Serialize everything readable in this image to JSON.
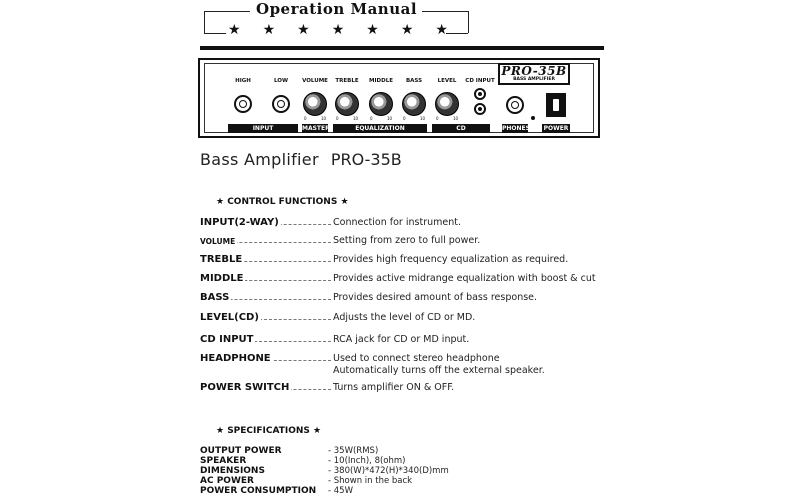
{
  "header": {
    "title": "Operation Manual",
    "stars": [
      "★",
      "★",
      "★",
      "★",
      "★",
      "★",
      "★"
    ]
  },
  "panel": {
    "logo_main": "PRO-35B",
    "logo_sub": "BASS AMPLIFIER",
    "top_labels": [
      "HIGH",
      "LOW",
      "VOLUME",
      "TREBLE",
      "MIDDLE",
      "BASS",
      "LEVEL",
      "CD INPUT"
    ],
    "knob_ticks": {
      "min": "0",
      "max": "10"
    },
    "bottom_labels": {
      "input": "INPUT",
      "master": "MASTER",
      "equalization": "EQUALIZATION",
      "cd": "CD",
      "phones": "PHONES",
      "power": "POWER"
    }
  },
  "product": {
    "name": "Bass Amplifier",
    "model": "PRO-35B"
  },
  "control_functions": {
    "heading": "★ CONTROL FUNCTIONS ★",
    "items": [
      {
        "name": "INPUT(2-WAY)",
        "desc": "Connection for instrument."
      },
      {
        "name": "VOLUME",
        "desc": "Setting from zero to full power."
      },
      {
        "name": "TREBLE",
        "desc": "Provides high frequency equalization as required."
      },
      {
        "name": "MIDDLE",
        "desc": "Provides active midrange equalization with boost & cut"
      },
      {
        "name": "BASS",
        "desc": "Provides desired amount of bass response."
      },
      {
        "name": "LEVEL(CD)",
        "desc": "Adjusts the level of CD or MD."
      },
      {
        "name": "CD INPUT",
        "desc": "RCA jack for CD or MD input."
      },
      {
        "name": "HEADPHONE",
        "desc": "Used to connect stereo headphone",
        "desc2": "Automatically turns off the external speaker."
      },
      {
        "name": "POWER SWITCH",
        "desc": "Turns amplifier ON & OFF."
      }
    ]
  },
  "specifications": {
    "heading": "★ SPECIFICATIONS ★",
    "items": [
      {
        "name": "OUTPUT POWER",
        "value": "- 35W(RMS)"
      },
      {
        "name": "SPEAKER",
        "value": "- 10(Inch), 8(ohm)"
      },
      {
        "name": "DIMENSIONS",
        "value": "- 380(W)*472(H)*340(D)mm"
      },
      {
        "name": "AC POWER",
        "value": "- Shown in the back"
      },
      {
        "name": "POWER CONSUMPTION",
        "value": "- 45W"
      }
    ]
  }
}
